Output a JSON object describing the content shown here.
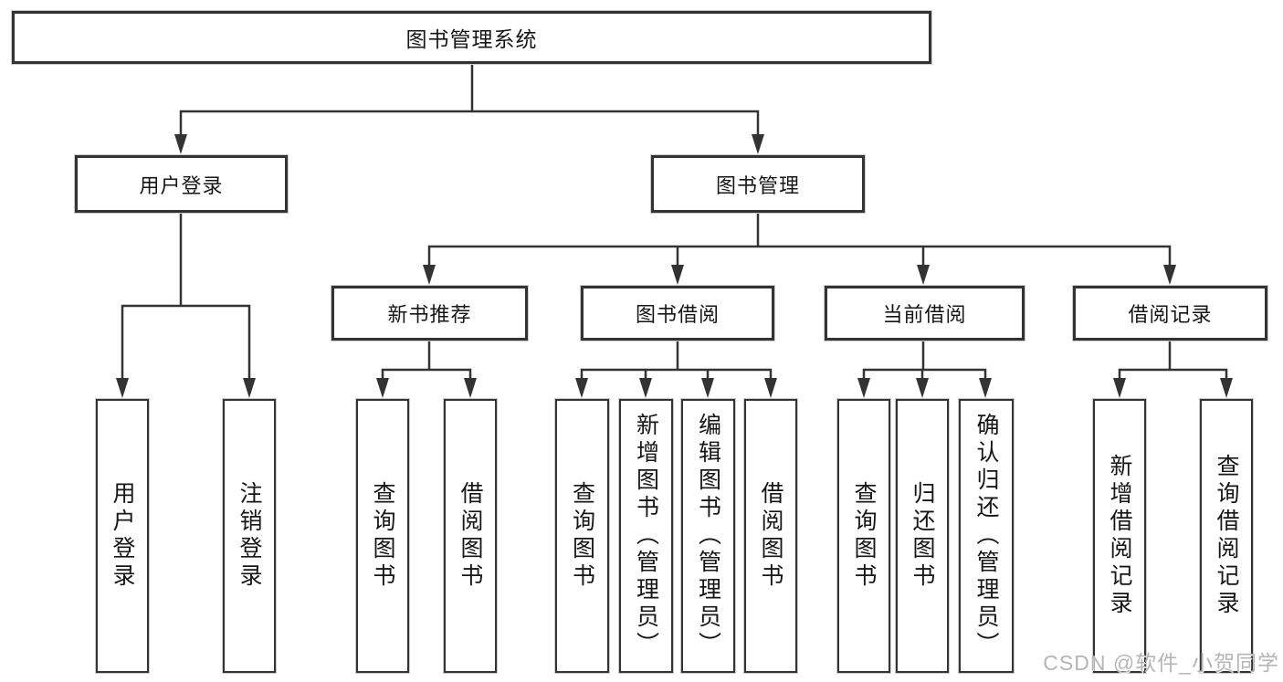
{
  "tree": {
    "root": {
      "label": "图书管理系统"
    },
    "branches": [
      {
        "label": "用户登录"
      },
      {
        "label": "图书管理"
      }
    ],
    "modules": [
      {
        "label": "新书推荐"
      },
      {
        "label": "图书借阅"
      },
      {
        "label": "当前借阅"
      },
      {
        "label": "借阅记录"
      }
    ],
    "leaves": [
      {
        "label": "用户登录"
      },
      {
        "label": "注销登录"
      },
      {
        "label": "查询图书"
      },
      {
        "label": "借阅图书"
      },
      {
        "label": "查询图书"
      },
      {
        "label": "新增图书（管理员）"
      },
      {
        "label": "编辑图书（管理员）"
      },
      {
        "label": "借阅图书"
      },
      {
        "label": "查询图书"
      },
      {
        "label": "归还图书"
      },
      {
        "label": "确认归还（管理员）"
      },
      {
        "label": "新增借阅记录"
      },
      {
        "label": "查询借阅记录"
      }
    ]
  },
  "watermark": {
    "text": "CSDN @软件_小贺同学"
  },
  "colors": {
    "line": "#333333",
    "box_border": "#333333",
    "box_fill": "#ffffff",
    "text": "#161616",
    "watermark": "#b5b5b5",
    "background": "#ffffff"
  }
}
